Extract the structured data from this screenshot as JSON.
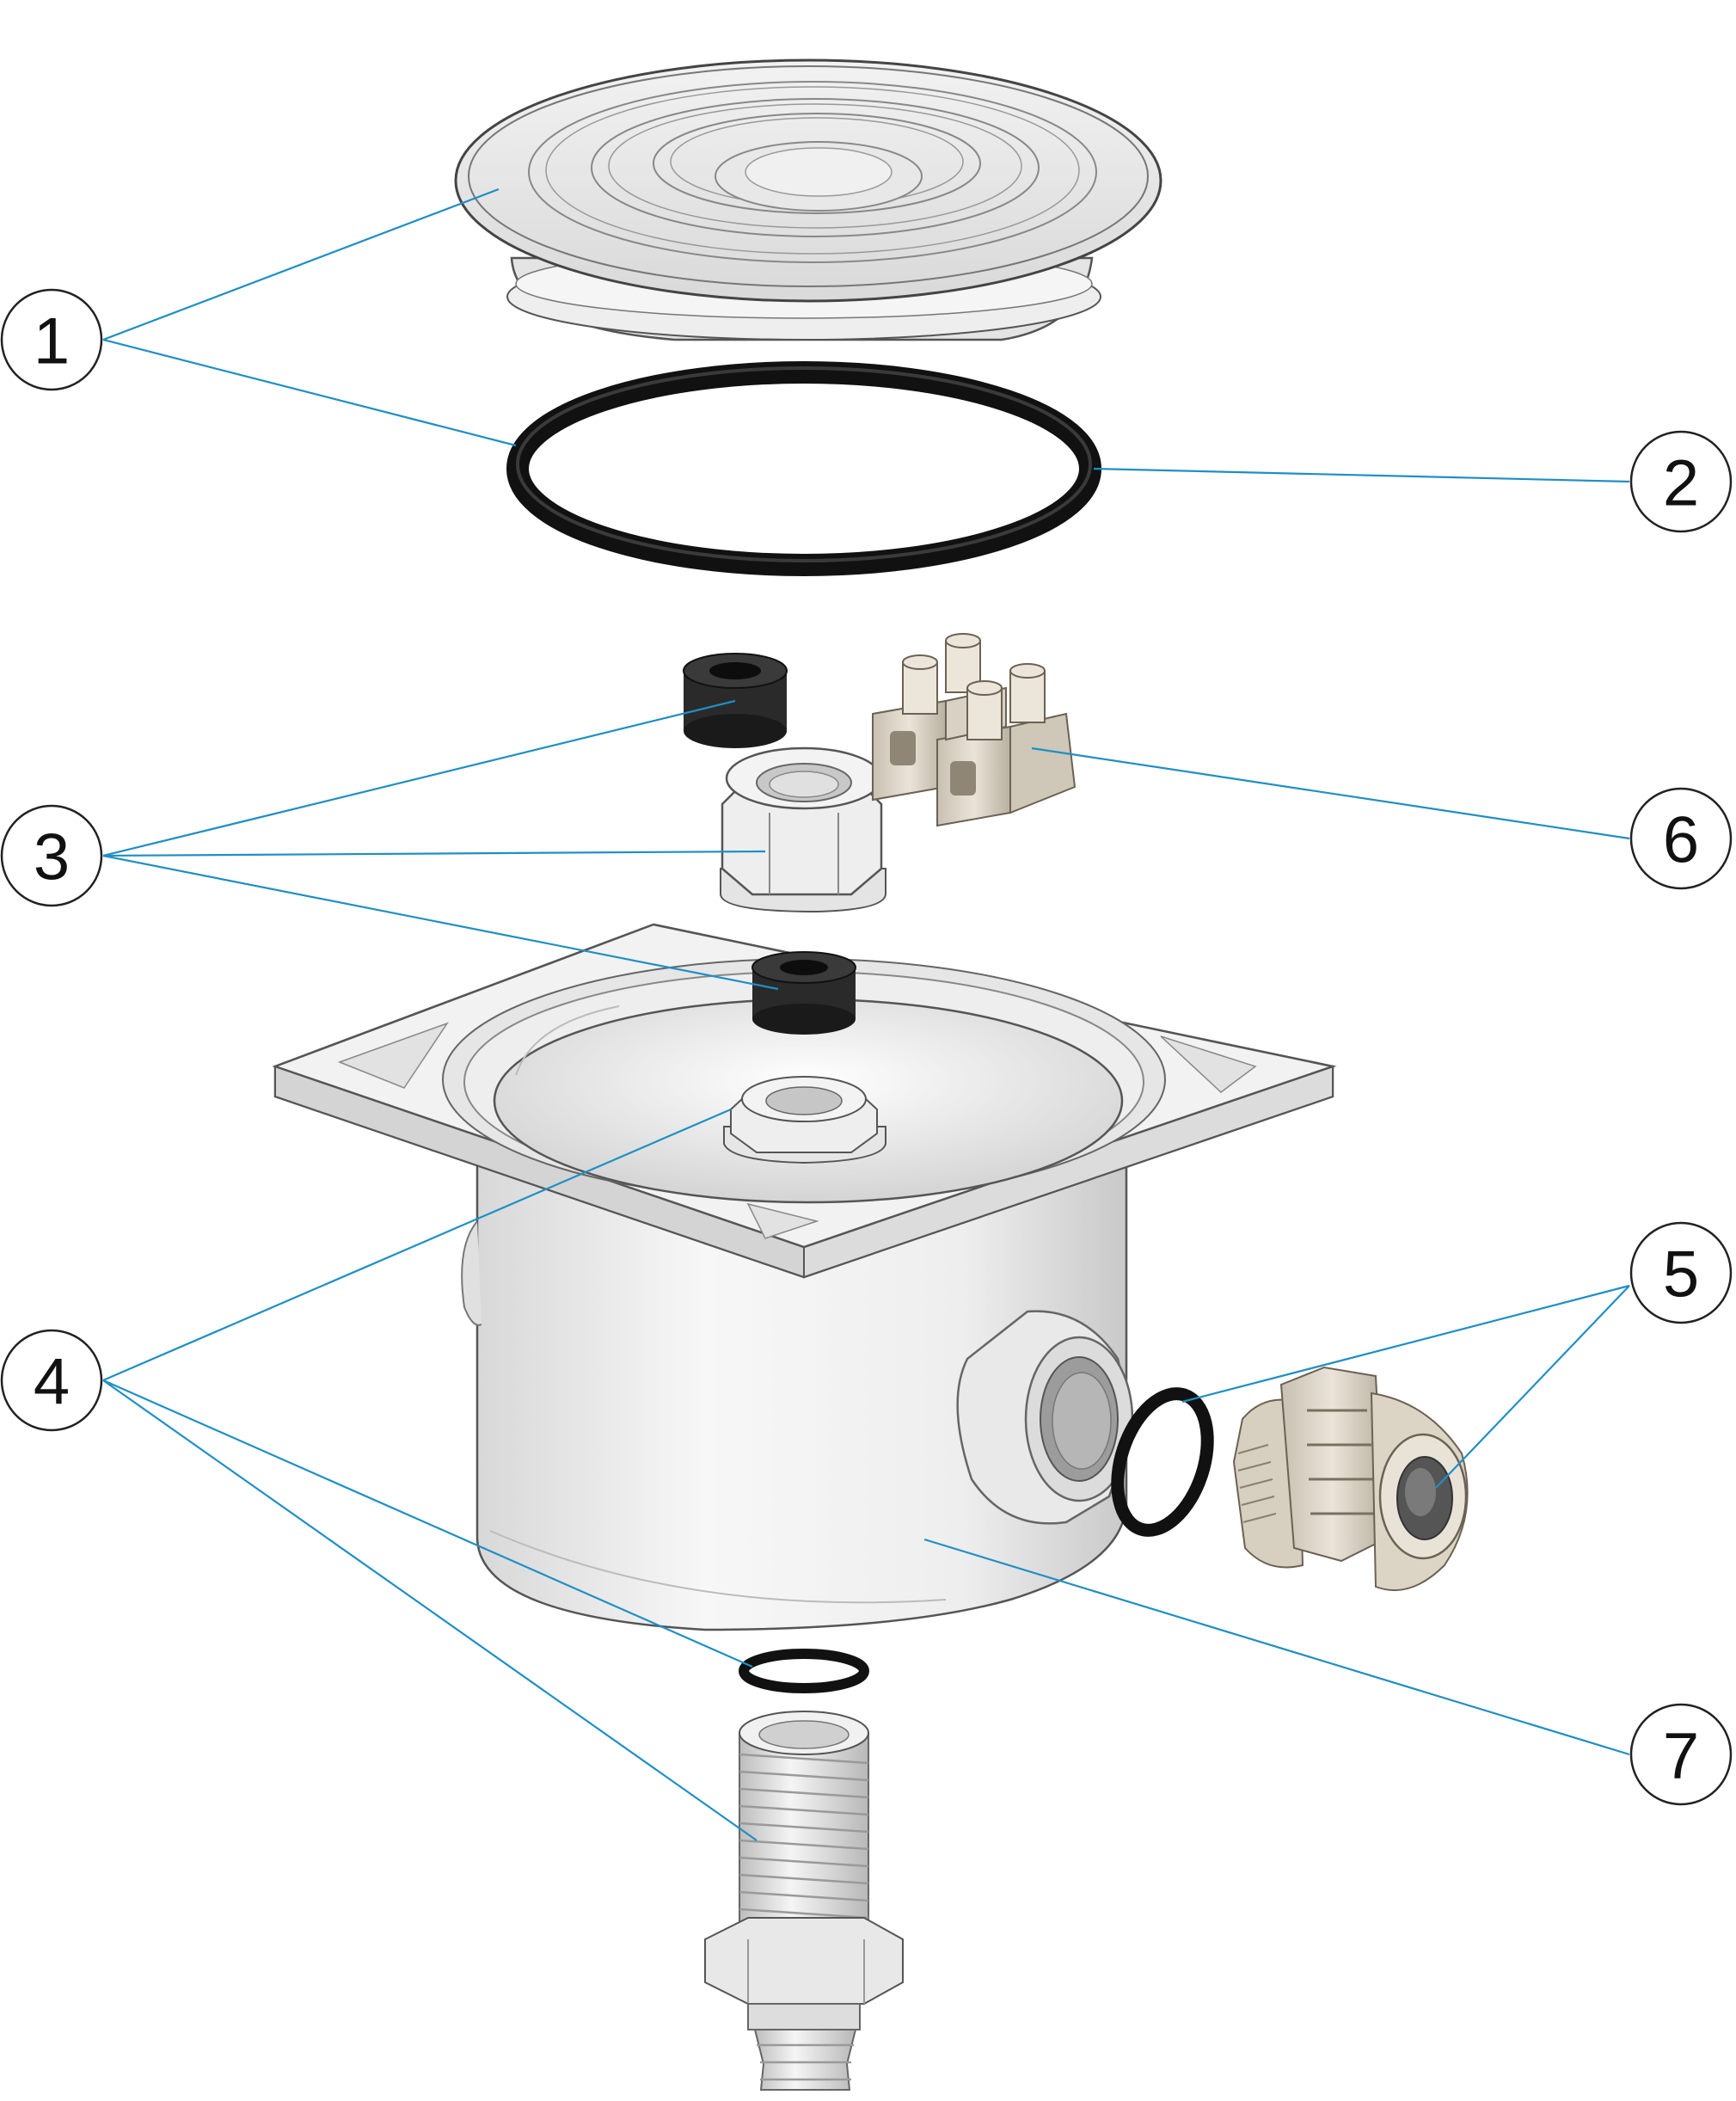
{
  "diagram": {
    "type": "exploded-parts-view",
    "callouts": [
      {
        "id": "1",
        "label": "1",
        "part": "lid-cover"
      },
      {
        "id": "2",
        "label": "2",
        "part": "large-o-ring"
      },
      {
        "id": "3",
        "label": "3",
        "part": "nut-and-rubber-bushings"
      },
      {
        "id": "4",
        "label": "4",
        "part": "threaded-connector-with-o-ring"
      },
      {
        "id": "5",
        "label": "5",
        "part": "cable-gland-with-o-ring"
      },
      {
        "id": "6",
        "label": "6",
        "part": "terminal-block"
      },
      {
        "id": "7",
        "label": "7",
        "part": "junction-box-body"
      }
    ],
    "colors": {
      "leader_line": "#1f8fc4",
      "rubber": "#1a1a1a",
      "plastic": "#e9e9e9",
      "terminal": "#d8d1c4"
    }
  }
}
